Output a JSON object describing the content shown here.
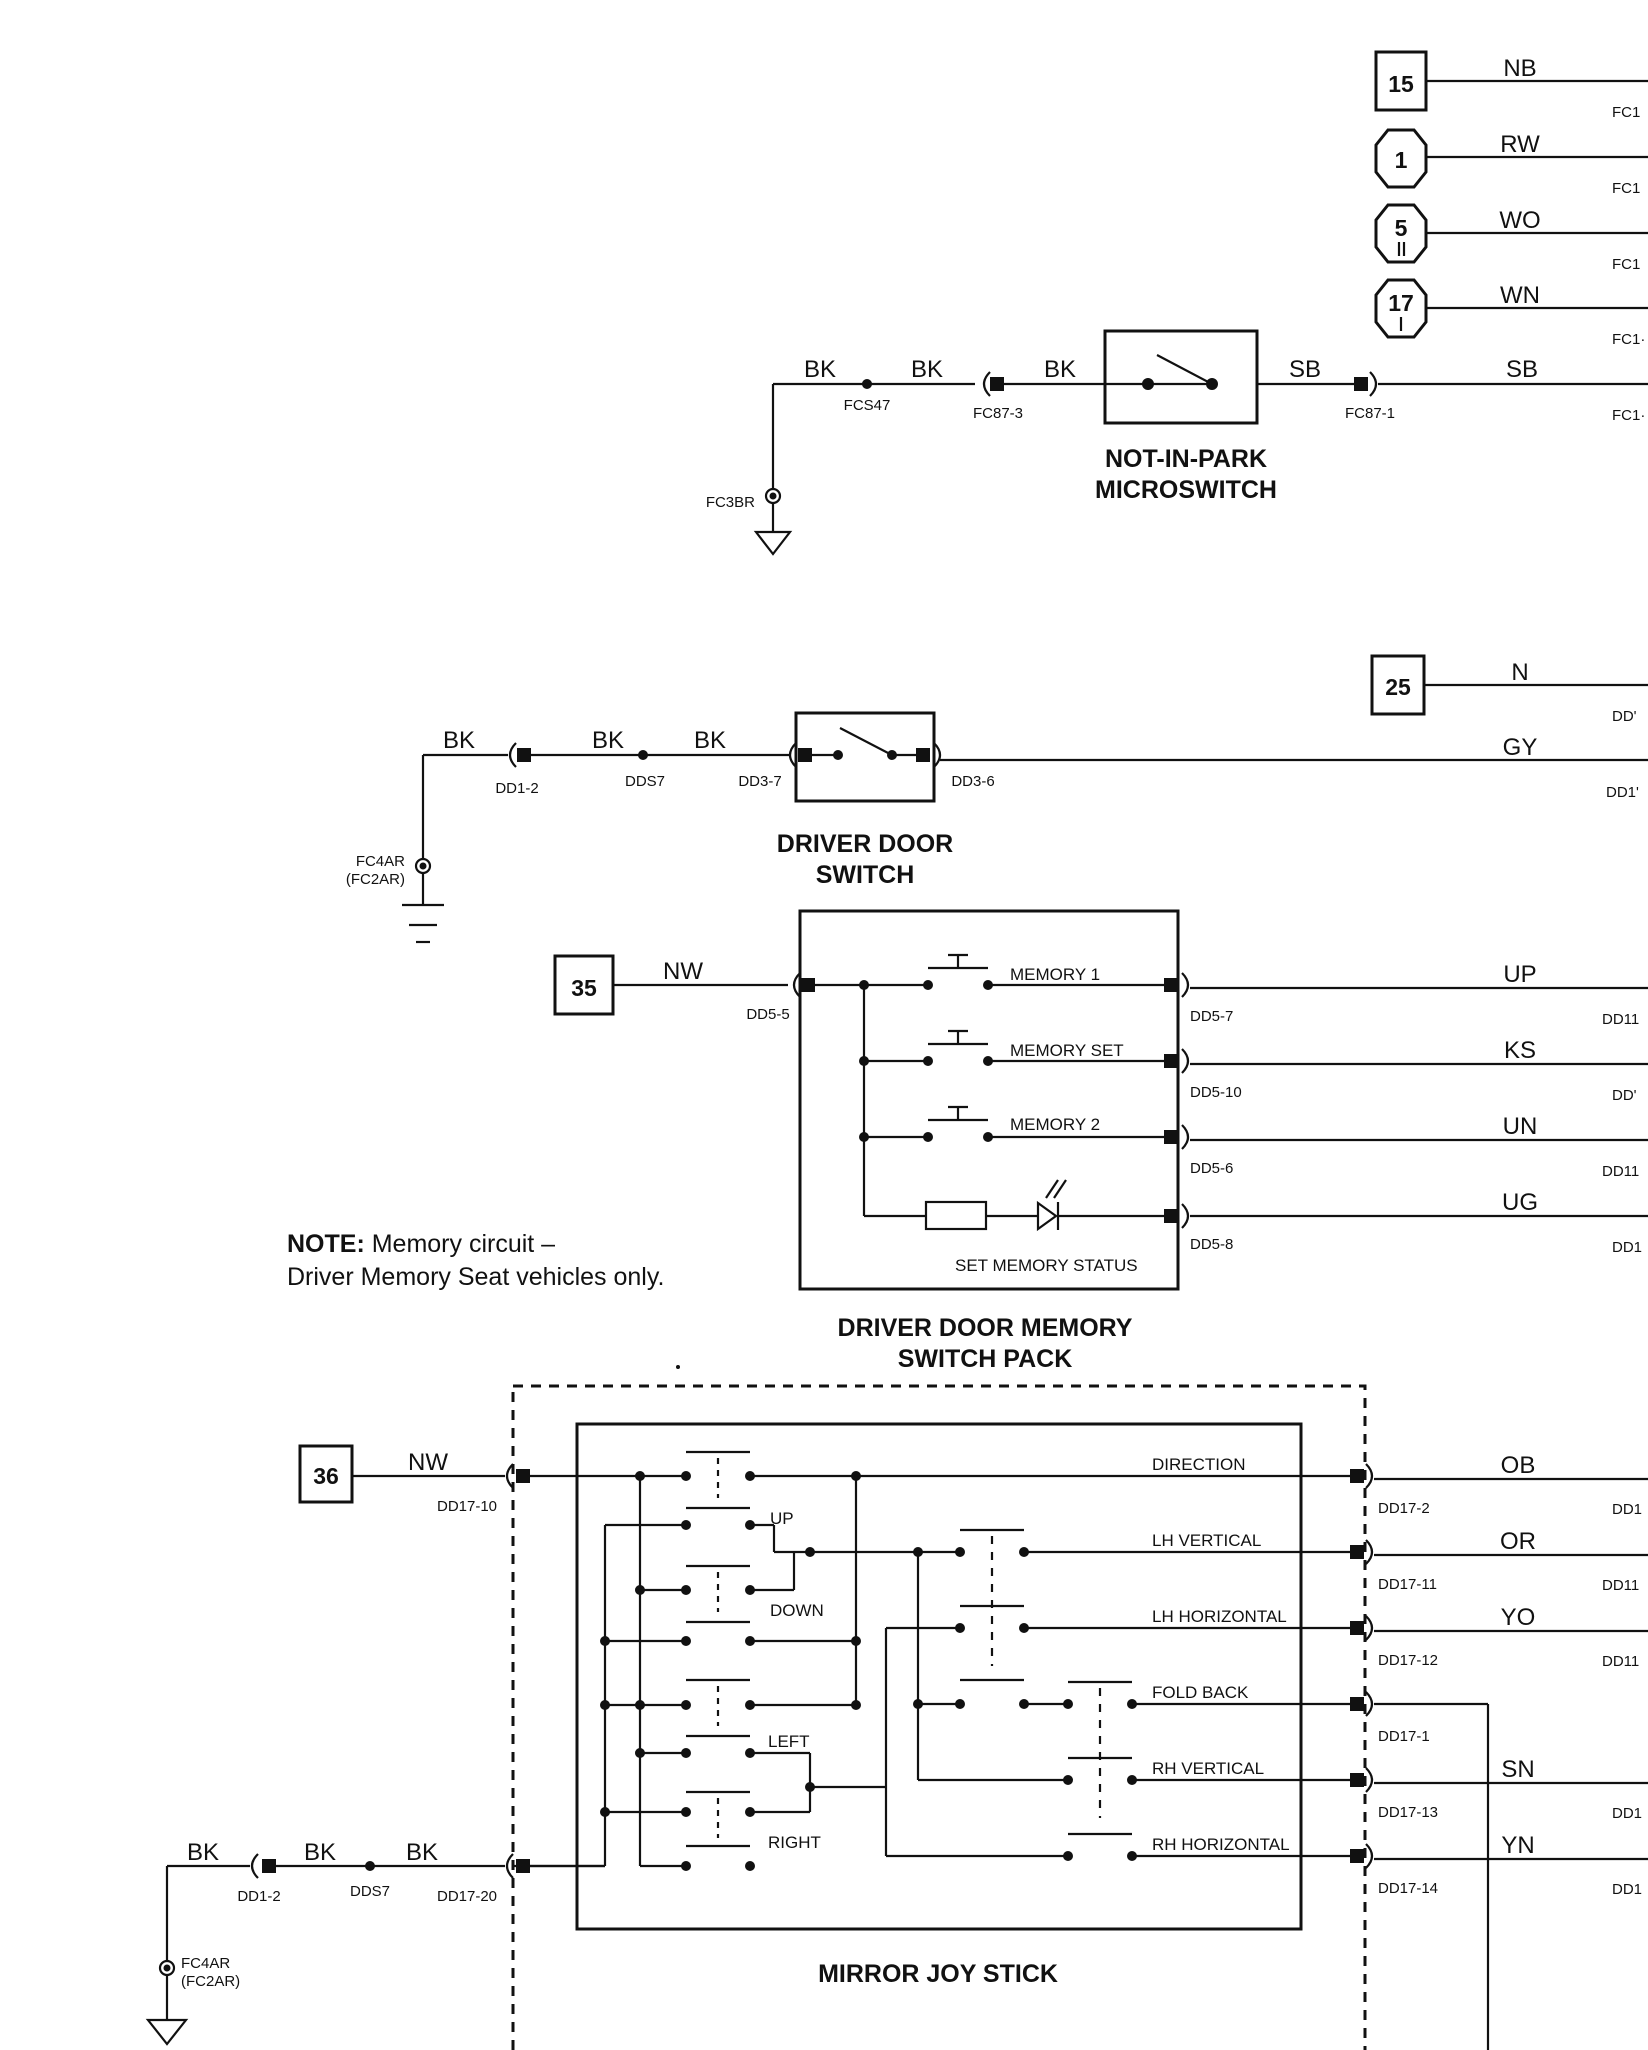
{
  "refs": {
    "r15": "15",
    "r1": "1",
    "r5": "5",
    "r17": "17",
    "r25": "25",
    "r35": "35",
    "r36": "36"
  },
  "wires": {
    "nb": "NB",
    "rw": "RW",
    "wo": "WO",
    "wn": "WN",
    "sb1": "SB",
    "sb2": "SB",
    "bk_a": "BK",
    "bk_b": "BK",
    "bk_c": "BK",
    "n": "N",
    "gy": "GY",
    "bk_d": "BK",
    "bk_e": "BK",
    "bk_f": "BK",
    "nw1": "NW",
    "up": "UP",
    "ks": "KS",
    "un": "UN",
    "ug": "UG",
    "nw2": "NW",
    "ob": "OB",
    "or": "OR",
    "yo": "YO",
    "sn": "SN",
    "yn": "YN",
    "bk_g": "BK",
    "bk_h": "BK",
    "bk_i": "BK"
  },
  "connectors": {
    "fc1a": "FC1",
    "fc1b": "FC1",
    "fc1c": "FC1",
    "fc1d": "FC1·",
    "fc1e": "FC1·",
    "fcs47": "FCS47",
    "fc87_3": "FC87-3",
    "fc87_1": "FC87-1",
    "fc3br": "FC3BR",
    "dd_n": "DD'",
    "dd_gy": "DD1'",
    "dd1_2a": "DD1-2",
    "dds7a": "DDS7",
    "dd3_7": "DD3-7",
    "dd3_6": "DD3-6",
    "fc4ar_a": "FC4AR",
    "fc2ar_a": "(FC2AR)",
    "dd5_5": "DD5-5",
    "dd5_7": "DD5-7",
    "dd5_10": "DD5-10",
    "dd5_6": "DD5-6",
    "dd5_8": "DD5-8",
    "dd11a": "DD11",
    "dd_ks": "DD'",
    "dd11b": "DD11",
    "dd1_ug": "DD1",
    "dd17_10": "DD17-10",
    "dd17_2": "DD17-2",
    "dd17_11": "DD17-11",
    "dd17_12": "DD17-12",
    "dd17_1": "DD17-1",
    "dd17_13": "DD17-13",
    "dd17_14": "DD17-14",
    "dd17_20": "DD17-20",
    "dd1_ob": "DD1",
    "dd11_or": "DD11",
    "dd11_yo": "DD11",
    "dd1_sn": "DD1",
    "dd1_yn": "DD1",
    "dd1_2b": "DD1-2",
    "dds7b": "DDS7",
    "fc4ar_b": "FC4AR",
    "fc2ar_b": "(FC2AR)"
  },
  "components": {
    "nip_line1": "NOT-IN-PARK",
    "nip_line2": "MICROSWITCH",
    "dds_line1": "DRIVER DOOR",
    "dds_line2": "SWITCH",
    "mem_line1": "DRIVER DOOR MEMORY",
    "mem_line2": "SWITCH PACK",
    "mirror": "MIRROR JOY STICK"
  },
  "memory_pack": {
    "m1": "MEMORY 1",
    "mset": "MEMORY SET",
    "m2": "MEMORY 2",
    "status": "SET MEMORY STATUS"
  },
  "joystick": {
    "direction": "DIRECTION",
    "up": "UP",
    "down": "DOWN",
    "left": "LEFT",
    "right": "RIGHT",
    "lhv": "LH VERTICAL",
    "lhh": "LH HORIZONTAL",
    "fold": "FOLD BACK",
    "rhv": "RH VERTICAL",
    "rhh": "RH HORIZONTAL"
  },
  "note": {
    "head": "NOTE:",
    "line1": " Memory circuit –",
    "line2": "Driver Memory Seat vehicles only."
  }
}
